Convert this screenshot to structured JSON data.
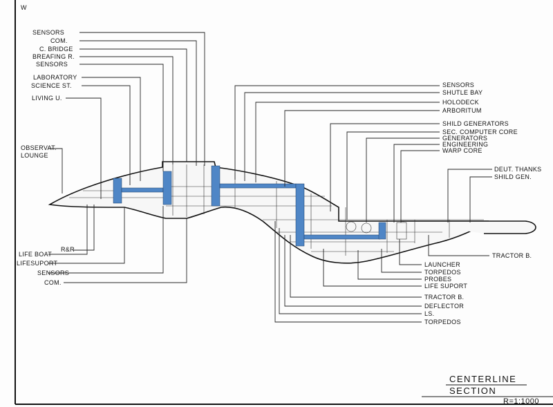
{
  "corner_mark": "W",
  "title_block": {
    "line1": "CENTERLINE",
    "line2": "SECTION",
    "scale": "R=1:1000"
  },
  "labels_left_top": [
    "SENSORS",
    "COM.",
    "C. BRIDGE",
    "BREAFING R.",
    "SENSORS",
    "LABORATORY",
    "SCIENCE ST.",
    "LIVING U.",
    "OBSERVAT.",
    "LOUNGE"
  ],
  "labels_left_bottom": [
    "R&R",
    "LIFE BOAT",
    "LIFESUPORT",
    "SENSORS",
    "COM."
  ],
  "labels_right_top": [
    "SENSORS",
    "SHUTLE BAY",
    "HOLODECK",
    "ARBORITUM",
    "SHILD GENERATORS",
    "SEC. COMPUTER CORE",
    "GENERATORS",
    "ENGINEERING",
    "WARP CORE",
    "DEUT. THANKS",
    "SHILD GEN."
  ],
  "labels_right_bottom": [
    "TRACTOR B.",
    "LAUNCHER",
    "TORPEDOS",
    "PROBES",
    "LIFE SUPORT",
    "TRACTOR B.",
    "DEFLECTOR",
    "LS.",
    "TORPEDOS"
  ],
  "colors": {
    "ink": "#111111",
    "paper": "#fdfdfd",
    "accent_blue": "#4f86c6"
  }
}
